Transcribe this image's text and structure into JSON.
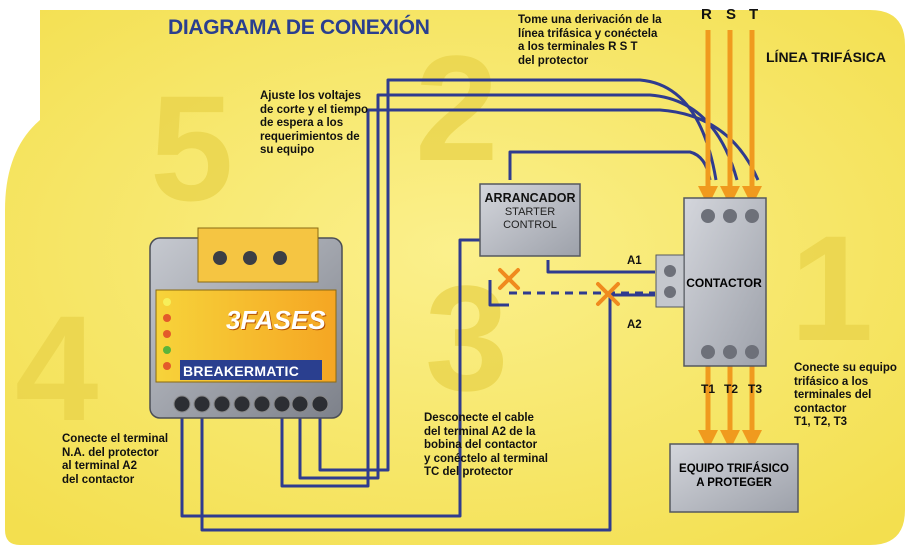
{
  "title": "DIAGRAMA DE CONEXIÓN",
  "line_label": "LÍNEA TRIFÁSICA",
  "phases": [
    "R",
    "S",
    "T"
  ],
  "outputs": [
    "T1",
    "T2",
    "T3"
  ],
  "coil_terminals": [
    "A1",
    "A2"
  ],
  "big_step_numbers": [
    "1",
    "2",
    "3",
    "4",
    "5"
  ],
  "steps": {
    "s2": "Tome una derivación de la\nlínea trifásica y conéctela\na los terminales R S T\ndel protector",
    "s5": "Ajuste los voltajes\nde corte y el tiempo\nde espera a los\nrequerimientos de\nsu equipo",
    "s3": "Desconecte el cable\ndel terminal A2 de la\nbobina del contactor\ny conéctelo al terminal\nTC del protector",
    "s4": "Conecte el terminal\nN.A. del protector\nal terminal A2\ndel contactor",
    "s1": "Conecte su equipo\ntrifásico a los\nterminales del\ncontactor\nT1, T2, T3"
  },
  "starter": {
    "title": "ARRANCADOR",
    "subtitle": "STARTER\nCONTROL"
  },
  "contactor": {
    "label": "CONTACTOR"
  },
  "equipment": {
    "label": "EQUIPO TRIFÁSICO\nA PROTEGER"
  },
  "device": {
    "brand": "BREAKERMATIC",
    "logo": "3FASES"
  },
  "colors": {
    "background": "#f7e76b",
    "wire": "#2f3b8f",
    "phase": "#f09a1e",
    "cross": "#f08a1e",
    "title": "#2a3f8f"
  }
}
